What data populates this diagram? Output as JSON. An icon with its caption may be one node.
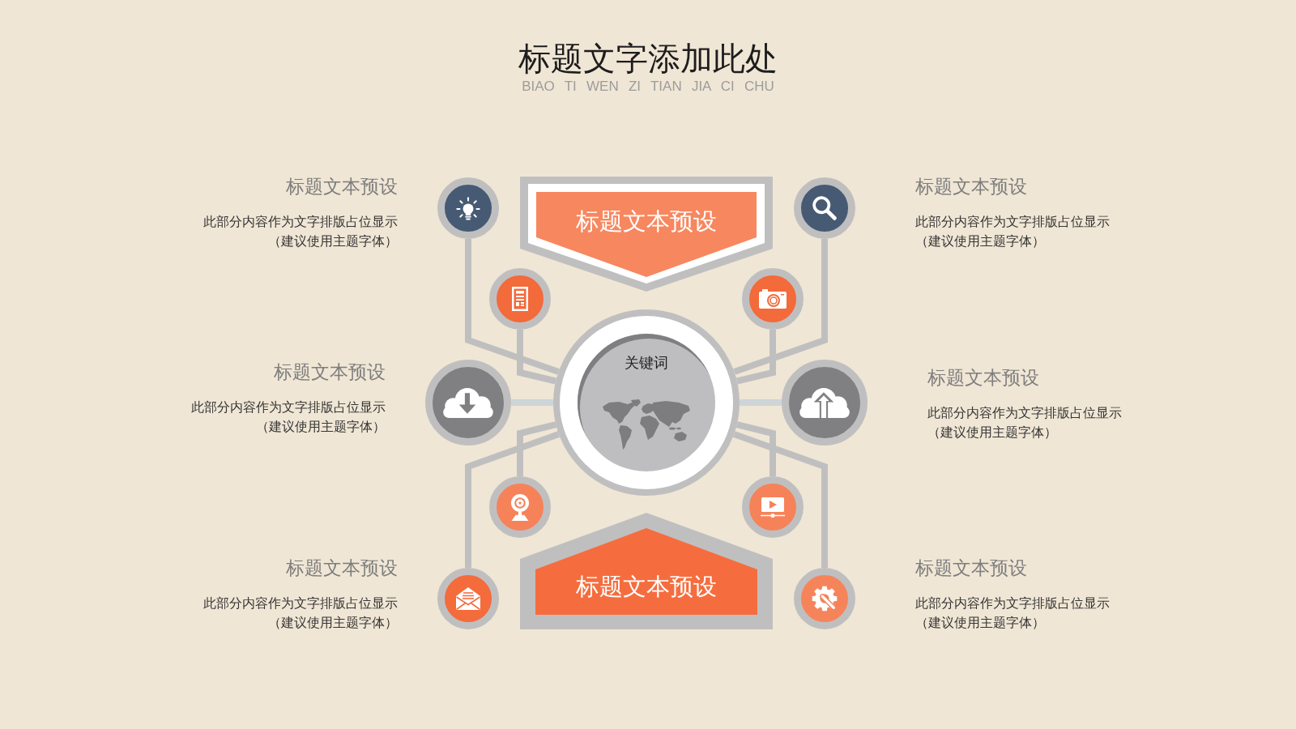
{
  "diagram": {
    "title": "标题文字添加此处",
    "nodes": [
      {
        "text": [
          "标题文本预设"
        ]
      },
      {
        "text": [],
        "shape": "circle",
        "beside": [
          "标题文本预设",
          "此部分内容作为文字排版占位显示（建议使用主题字体）"
        ]
      },
      {
        "text": [],
        "shape": "circle",
        "beside": [
          "标题文本预设",
          "此部分内容作为文字排版占位显示（建议使用主题字体）"
        ]
      },
      {
        "text": [],
        "shape": "circle"
      },
      {
        "text": [],
        "shape": "circle"
      },
      {
        "text": [
          "关键词"
        ]
      },
      {
        "text": [],
        "shape": "circle",
        "beside": [
          "标题文本预设",
          "此部分内容作为文字排版占位显示（建议使用主题字体）"
        ]
      },
      {
        "text": [],
        "shape": "circle",
        "beside": [
          "标题文本预设",
          "此部分内容作为文字排版占位显示（建议使用主题字体）"
        ]
      },
      {
        "text": [],
        "shape": "circle"
      },
      {
        "text": [],
        "shape": "circle"
      },
      {
        "text": [
          "标题文本预设"
        ]
      },
      {
        "text": [],
        "shape": "circle",
        "beside": [
          "标题文本预设",
          "此部分内容作为文字排版占位显示（建议使用主题字体）"
        ]
      },
      {
        "text": [],
        "shape": "circle",
        "beside": [
          "标题文本预设",
          "此部分内容作为文字排版占位显示（建议使用主题字体）"
        ]
      }
    ],
    "edges": [
      {
        "from": 1,
        "to": 5,
        "arrow": "none"
      },
      {
        "from": 3,
        "to": 5,
        "arrow": "none"
      },
      {
        "from": 6,
        "to": 5,
        "arrow": "none",
        "color": "#cdd5d8"
      },
      {
        "from": 8,
        "to": 5,
        "arrow": "none"
      },
      {
        "from": 11,
        "to": 5,
        "arrow": "none"
      },
      {
        "from": 2,
        "to": 5,
        "arrow": "none"
      },
      {
        "from": 4,
        "to": 5,
        "arrow": "none"
      },
      {
        "from": 7,
        "to": 5,
        "arrow": "none",
        "color": "#cdd5d8"
      },
      {
        "from": 9,
        "to": 5,
        "arrow": "none"
      },
      {
        "from": 12,
        "to": 5,
        "arrow": "none"
      }
    ],
    "labels": [
      "BIAO TI WEN ZI TIAN JIA CI CHU"
    ]
  }
}
